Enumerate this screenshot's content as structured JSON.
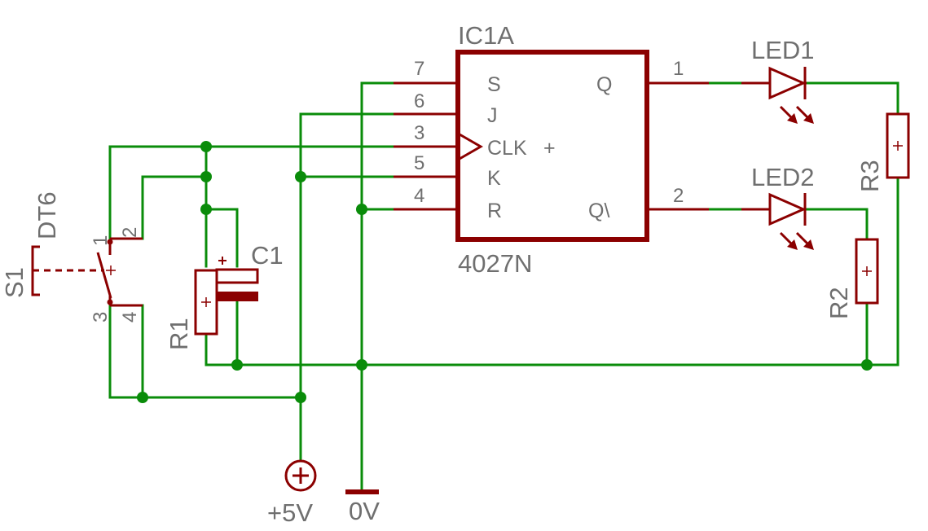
{
  "ic": {
    "name": "IC1A",
    "value": "4027N",
    "pins": [
      {
        "num": "7",
        "name": "S"
      },
      {
        "num": "6",
        "name": "J"
      },
      {
        "num": "3",
        "name": "CLK"
      },
      {
        "num": "5",
        "name": "K"
      },
      {
        "num": "4",
        "name": "R"
      }
    ],
    "outputs": [
      {
        "num": "1",
        "name": "Q"
      },
      {
        "num": "2",
        "name": "Q\\"
      }
    ]
  },
  "leds": [
    "LED1",
    "LED2"
  ],
  "resistors": [
    "R1",
    "R2",
    "R3"
  ],
  "capacitor": "C1",
  "switch": {
    "name": "S1",
    "value": "DT6",
    "pins": [
      "1",
      "2",
      "3",
      "4"
    ]
  },
  "supply": {
    "positive": "+5V",
    "ground": "0V"
  },
  "marks": {
    "plus": "+"
  },
  "colors": {
    "wire": "#0a8c0a",
    "component": "#8b0000",
    "text": "#6f6f6f"
  }
}
